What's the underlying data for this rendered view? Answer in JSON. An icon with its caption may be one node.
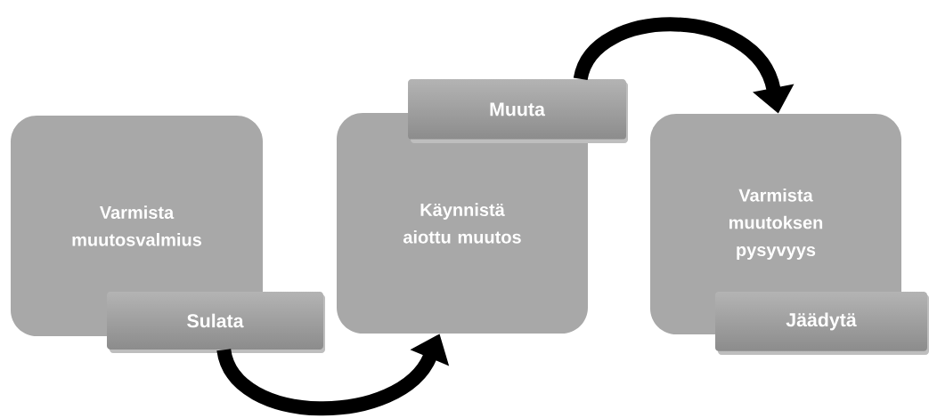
{
  "diagram": {
    "nodes": [
      {
        "text": [
          "Varmista muutosvalmius"
        ]
      },
      {
        "text": [
          "Sulata"
        ]
      },
      {
        "text": [
          "Käynnistä aiottu muutos"
        ]
      },
      {
        "text": [
          "Muuta"
        ]
      },
      {
        "text": [
          "Varmista muutoksen pysyvyys"
        ]
      },
      {
        "text": [
          "Jäädytä"
        ]
      }
    ],
    "edges": [
      {
        "from": 1,
        "to": 2,
        "arrow": "to"
      },
      {
        "from": 3,
        "to": 4,
        "arrow": "to"
      }
    ]
  }
}
